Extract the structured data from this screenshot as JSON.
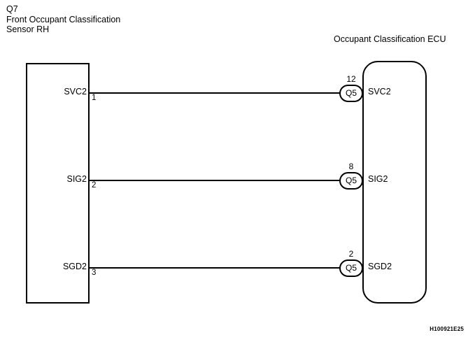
{
  "diagram": {
    "source_component": {
      "code": "Q7",
      "name_line1": "Front Occupant Classification",
      "name_line2": "Sensor RH"
    },
    "target_component": {
      "title": "Occupant Classification ECU"
    },
    "wires": [
      {
        "signal": "SVC2",
        "left_pin": "1",
        "right_pin": "12",
        "connector": "Q5",
        "right_signal": "SVC2"
      },
      {
        "signal": "SIG2",
        "left_pin": "2",
        "right_pin": "8",
        "connector": "Q5",
        "right_signal": "SIG2"
      },
      {
        "signal": "SGD2",
        "left_pin": "3",
        "right_pin": "2",
        "connector": "Q5",
        "right_signal": "SGD2"
      }
    ],
    "figure_code": "H100921E25",
    "colors": {
      "line": "#000000",
      "background": "#ffffff"
    }
  }
}
